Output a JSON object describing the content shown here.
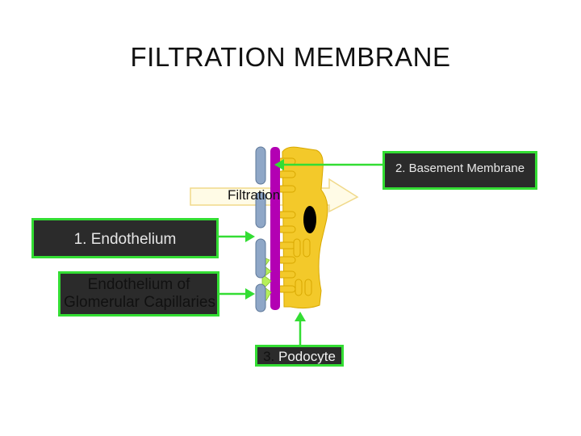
{
  "title": "FILTRATION MEMBRANE",
  "flow_label": "Filtration",
  "labels": {
    "basement": {
      "number": "2.",
      "text": "Basement Membrane"
    },
    "endothelium": {
      "number": "1.",
      "text": "Endothelium"
    },
    "glomerular": {
      "line1": "Endothelium of",
      "line2": "Glomerular Capillaries"
    },
    "podocyte": {
      "number": "3.",
      "text": "Podocyte"
    }
  },
  "colors": {
    "label_box_fill": "#2b2b2b",
    "label_box_border": "#33dd33",
    "arrow": "#33dd33",
    "endothelial_cells": "#8fa7c7",
    "basement_membrane": "#b300b3",
    "podocyte": "#f3c92a",
    "nucleus": "#000000",
    "filtration_slits": "#b6f05a"
  }
}
